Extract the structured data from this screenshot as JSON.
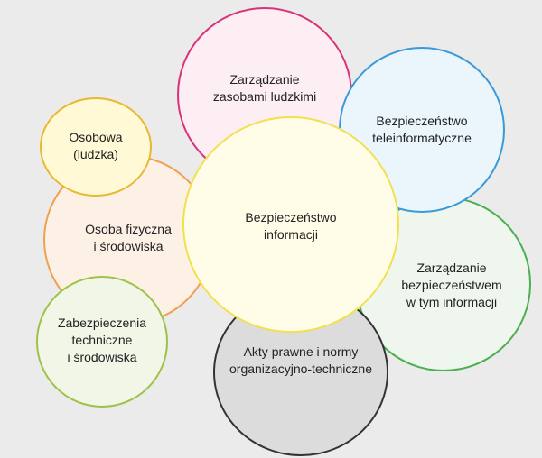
{
  "nodes": {
    "hr": {
      "lines": [
        "Zarządzanie",
        "zasobami ludzkimi"
      ],
      "fill": "#fdeef3",
      "stroke": "#d9347a"
    },
    "tele": {
      "lines": [
        "Bezpieczeństwo",
        "teleinformatyczne"
      ],
      "fill": "#eaf5fc",
      "stroke": "#3a9ad9"
    },
    "mgmt": {
      "lines": [
        "Zarządzanie",
        "bezpieczeństwem",
        "w tym informacji"
      ],
      "fill": "#eef6ee",
      "stroke": "#4caf50"
    },
    "legal": {
      "lines": [
        "Akty prawne i normy",
        "organizacyjno-techniczne"
      ],
      "fill": "#dcdcdc",
      "stroke": "#333333"
    },
    "phys": {
      "lines": [
        "Osoba fizyczna",
        "i środowiska"
      ],
      "fill": "#fdf1e6",
      "stroke": "#f0a052"
    },
    "personal": {
      "lines": [
        "Osobowa",
        "(ludzka)"
      ],
      "fill": "#fff9d6",
      "stroke": "#e8b830"
    },
    "tech": {
      "lines": [
        "Zabezpieczenia",
        "techniczne",
        "i środowiska"
      ],
      "fill": "#f1f6e6",
      "stroke": "#9cc24a"
    },
    "center": {
      "lines": [
        "Bezpieczeństwo",
        "informacji"
      ],
      "fill": "#fffde8",
      "stroke": "#f2e050"
    }
  }
}
